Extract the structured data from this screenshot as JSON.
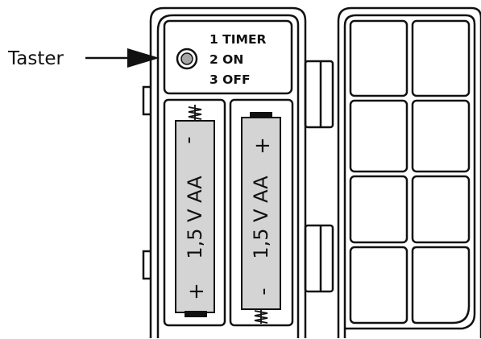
{
  "callout": {
    "label": "Taster"
  },
  "modes": [
    "1 TIMER",
    "2 ON",
    "3 OFF"
  ],
  "batteries": [
    {
      "label": "1,5 V AA",
      "top_sign": "-",
      "bottom_sign": "+"
    },
    {
      "label": "1,5 V AA",
      "top_sign": "+",
      "bottom_sign": "-"
    }
  ],
  "colors": {
    "line": "#111111",
    "battery_fill": "#d4d4d4",
    "button_fill": "#a6a6a6"
  }
}
